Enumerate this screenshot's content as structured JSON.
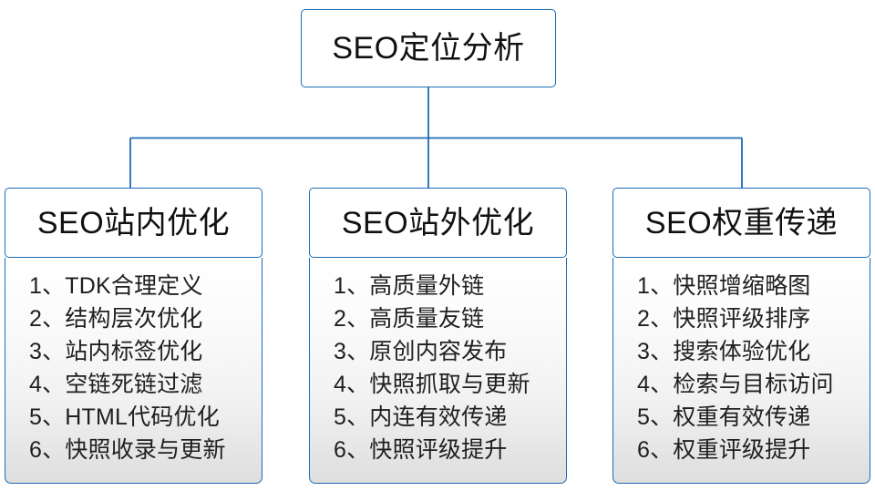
{
  "diagram": {
    "title": "SEO定位分析",
    "root": {
      "label": "SEO定位分析"
    },
    "colors": {
      "node_border": "#1b6cb5",
      "connector": "#1b6cb5",
      "node_fill": "#ffffff",
      "body_fill_top": "#ffffff",
      "body_fill_bottom": "#dedede",
      "text": "#111111"
    },
    "branches": [
      {
        "header": "SEO站内优化",
        "items": [
          "1、TDK合理定义",
          "2、结构层次优化",
          "3、站内标签优化",
          "4、空链死链过滤",
          "5、HTML代码优化",
          "6、快照收录与更新"
        ]
      },
      {
        "header": "SEO站外优化",
        "items": [
          "1、高质量外链",
          "2、高质量友链",
          "3、原创内容发布",
          "4、快照抓取与更新",
          "5、内连有效传递",
          "6、快照评级提升"
        ]
      },
      {
        "header": "SEO权重传递",
        "items": [
          "1、快照增缩略图",
          "2、快照评级排序",
          "3、搜索体验优化",
          "4、检索与目标访问",
          "5、权重有效传递",
          "6、权重评级提升"
        ]
      }
    ]
  }
}
